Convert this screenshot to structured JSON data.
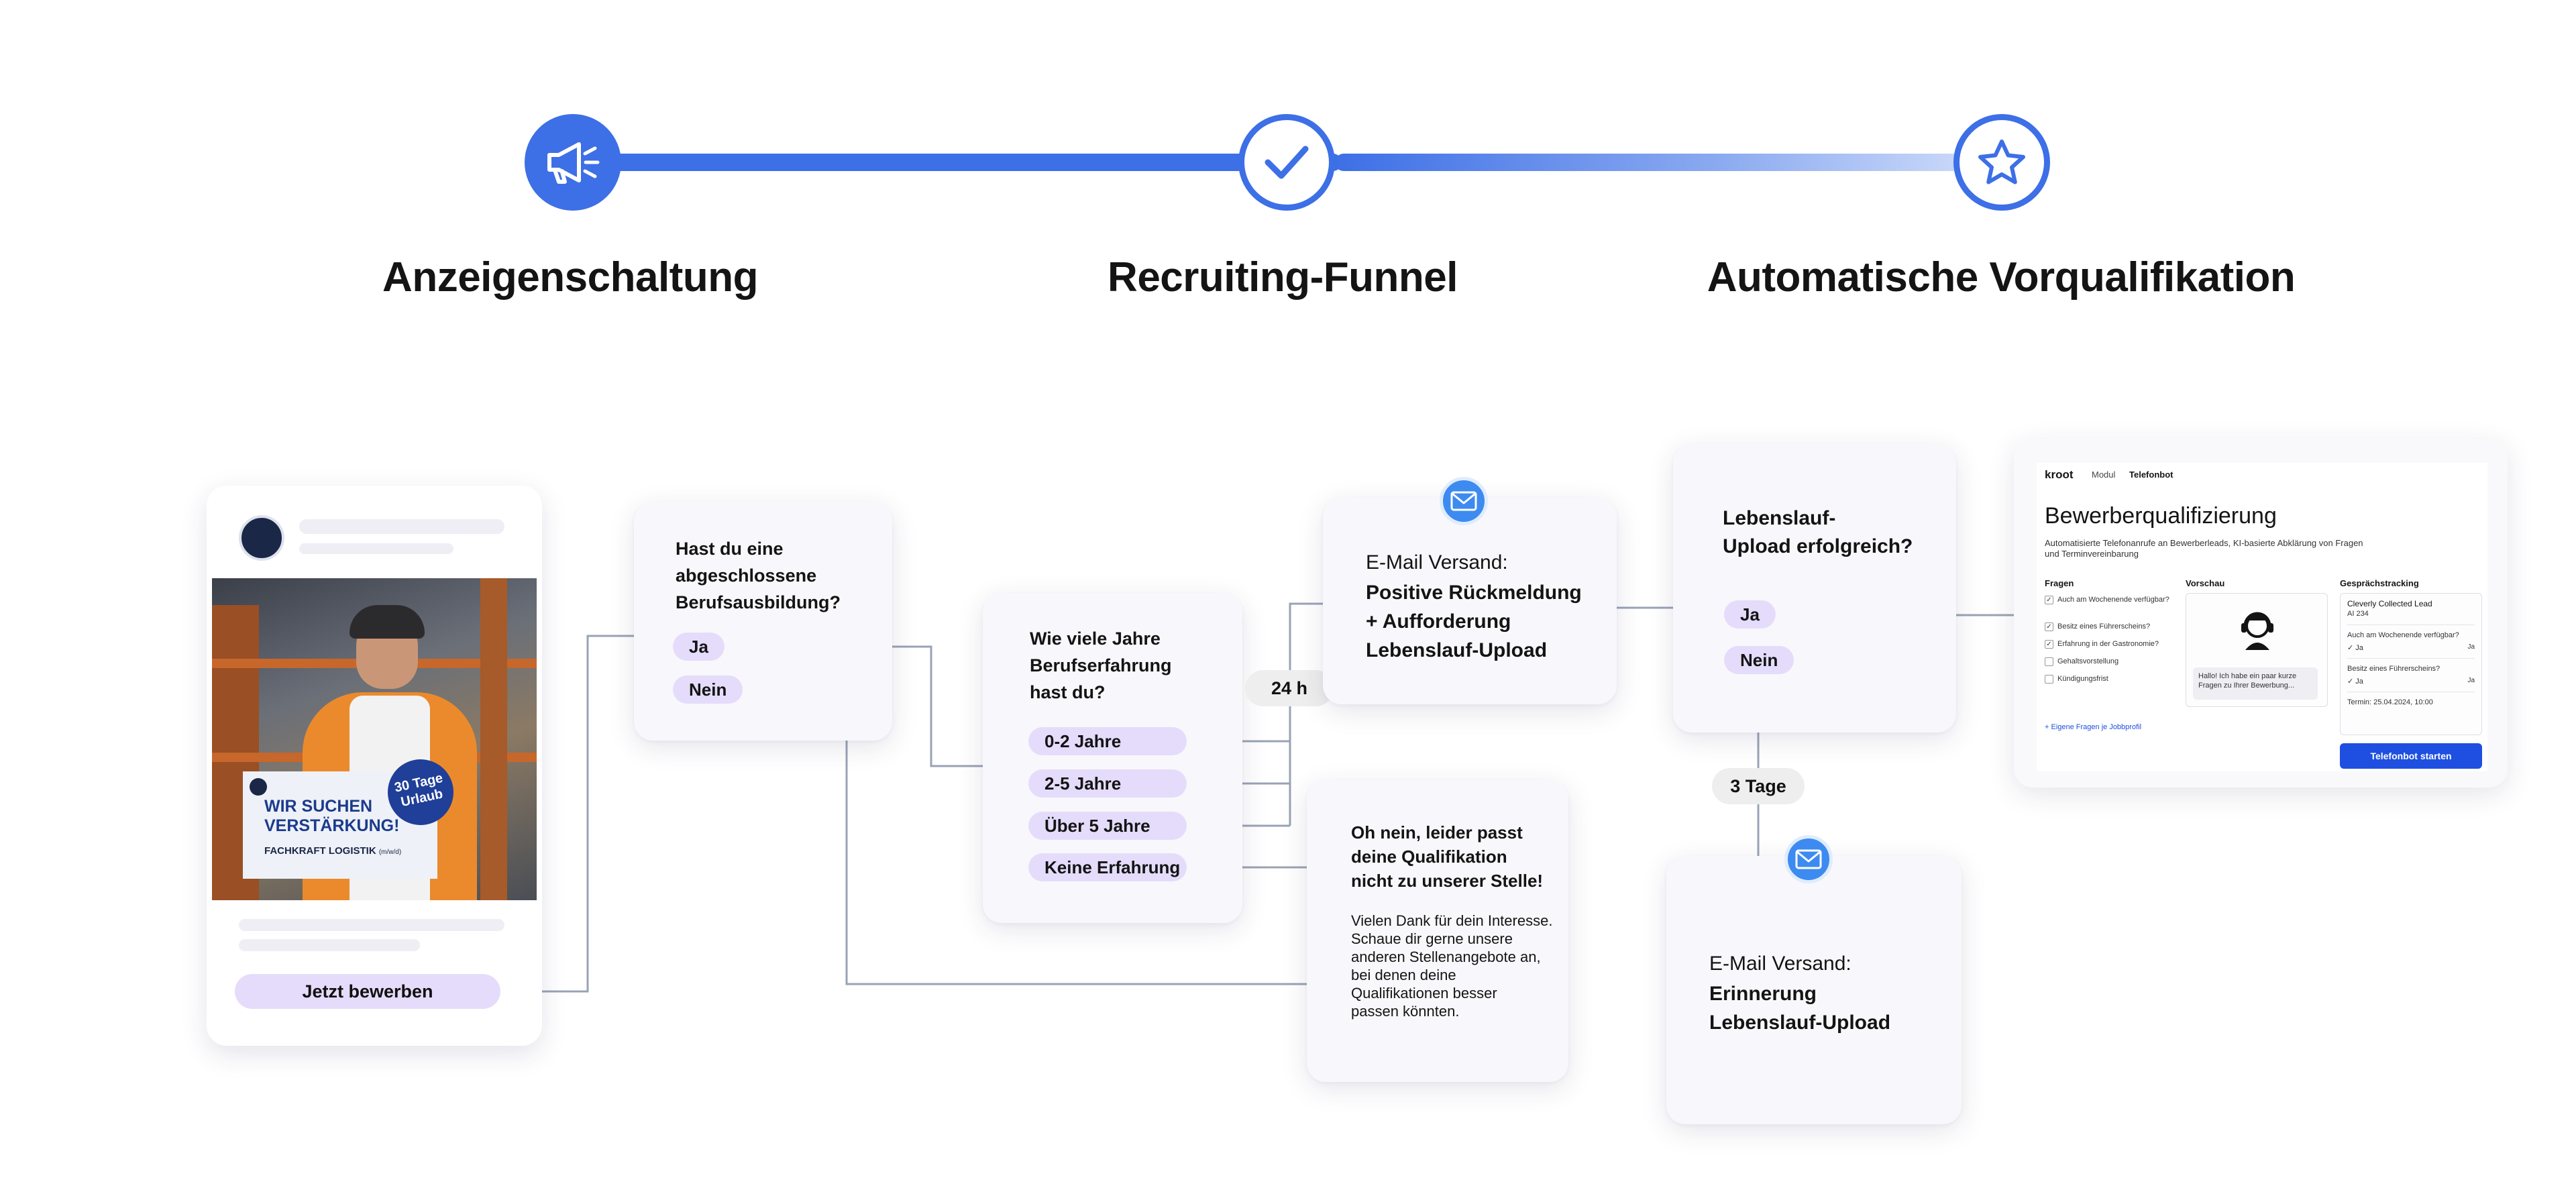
{
  "timeline": {
    "steps": [
      {
        "label": "Anzeigenschaltung",
        "icon": "megaphone-icon"
      },
      {
        "label": "Recruiting-Funnel",
        "icon": "checkmark-icon"
      },
      {
        "label": "Automatische Vorqualifikation",
        "icon": "star-icon"
      }
    ],
    "accent": "#3d6fe6"
  },
  "ad": {
    "headline": "WIR SUCHEN\nVERSTÄRKUNG!",
    "job_bold": "FACHKRAFT LOGISTIK",
    "job_suffix": "(m/w/d)",
    "badge": "30 Tage\nUrlaub",
    "cta": "Jetzt bewerben"
  },
  "q1": {
    "question": "Hast du eine\nabgeschlossene\nBerufsausbildung?",
    "yes": "Ja",
    "no": "Nein"
  },
  "q2": {
    "question": "Wie viele Jahre\nBerufserfahrung\nhast du?",
    "options": [
      "0-2 Jahre",
      "2-5 Jahre",
      "Über 5 Jahre",
      "Keine Erfahrung"
    ]
  },
  "delay_24h": "24 h",
  "email_positive": {
    "pre": "E-Mail Versand:",
    "text": "Positive Rückmeldung\n+ Aufforderung\nLebenslauf-Upload"
  },
  "rejection": {
    "title": "Oh nein, leider passt\ndeine Qualifikation\nnicht zu unserer Stelle!",
    "body": "Vielen Dank für dein Interesse.\nSchaue dir gerne unsere\nanderen Stellenangebote an,\nbei denen deine\nQualifikationen besser\npassen könnten."
  },
  "upload": {
    "question": "Lebenslauf-\nUpload erfolgreich?",
    "yes": "Ja",
    "no": "Nein"
  },
  "delay_3d": "3 Tage",
  "email_reminder": {
    "pre": "E-Mail Versand:",
    "text": "Erinnerung\nLebenslauf-Upload"
  },
  "dashboard": {
    "logo": "kroot",
    "nav": [
      "Modul",
      "Telefonbot"
    ],
    "title": "Bewerberqualifizierung",
    "subtitle": "Automatisierte Telefonanrufe an Bewerberleads, KI-basierte Abklärung von Fragen\nund Terminvereinbarung",
    "col_questions": "Fragen",
    "col_preview": "Vorschau",
    "col_tracking": "Gesprächstracking",
    "questions": [
      {
        "text": "Auch am Wochenende verfügbar?",
        "checked": true
      },
      {
        "text": "Besitz eines Führerscheins?",
        "checked": true
      },
      {
        "text": "Erfahrung in der Gastronomie?",
        "checked": true
      },
      {
        "text": "Gehaltsvorstellung",
        "checked": false
      },
      {
        "text": "Kündigungsfrist",
        "checked": false
      }
    ],
    "add_link": "+ Eigene Fragen je Jobbprofil",
    "preview_text": "Hallo! Ich habe ein paar kurze\nFragen zu Ihrer Bewerbung...",
    "tracking": {
      "name": "Cleverly Collected Lead",
      "id": "AI 234",
      "q1": "Auch am Wochenende verfügbar?",
      "q1_ans": "Ja",
      "q2": "Besitz eines Führerscheins?",
      "q2_ans": "Ja",
      "appointment": "Termin: 25.04.2024, 10:00"
    },
    "start_button": "Telefonbot starten"
  }
}
